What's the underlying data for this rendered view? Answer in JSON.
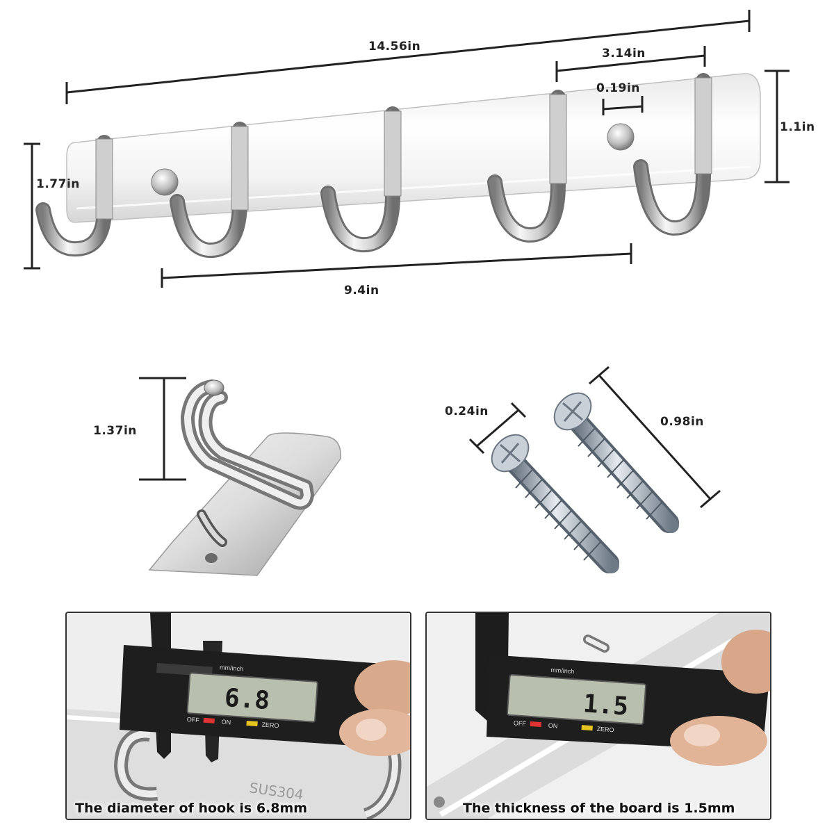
{
  "rack": {
    "total_length": "14.56in",
    "hook_spacing": "3.14in",
    "hole_diameter": "0.19in",
    "board_height": "1.1in",
    "hook_height": "1.77in",
    "hook_span": "9.4in"
  },
  "hook_detail": {
    "hook_rise": "1.37in"
  },
  "screws": {
    "screw_head": "0.24in",
    "screw_length": "0.98in"
  },
  "panel_left": {
    "caption": "The diameter of hook is 6.8mm",
    "reading": "6.8",
    "units_label": "mm/inch",
    "engraving": "SUS304",
    "off": "OFF",
    "on": "ON",
    "zero": "ZERO"
  },
  "panel_right": {
    "caption": "The thickness of the board is 1.5mm",
    "reading": "1.5",
    "units_label": "mm/inch",
    "off": "OFF",
    "on": "ON",
    "zero": "ZERO"
  },
  "colors": {
    "dimension_line": "#222222",
    "steel_light": "#f4f4f4",
    "steel_dark": "#8a8a8a",
    "caliper_body": "#1e1e1e",
    "lcd": "#b9bfae"
  }
}
